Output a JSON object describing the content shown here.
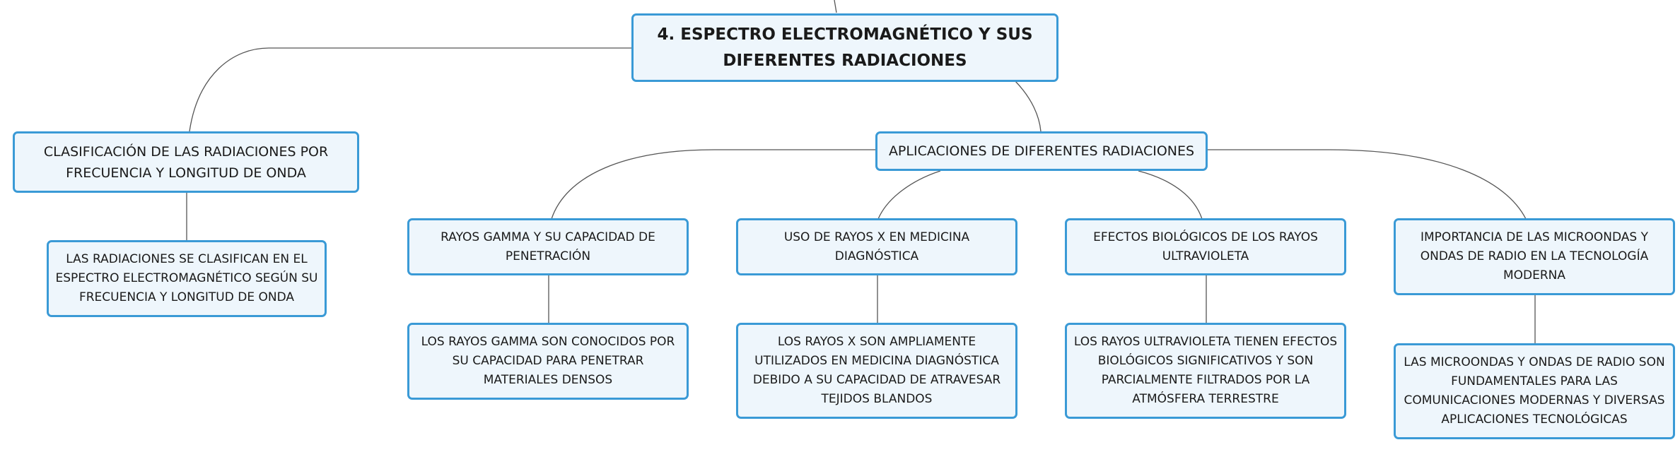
{
  "mindmap": {
    "root": {
      "label": "4. ESPECTRO ELECTROMAGNÉTICO Y SUS DIFERENTES RADIACIONES"
    },
    "classification": {
      "label": "CLASIFICACIÓN DE LAS RADIACIONES POR FRECUENCIA Y LONGITUD DE ONDA",
      "detail": "LAS RADIACIONES SE CLASIFICAN EN EL ESPECTRO ELECTROMAGNÉTICO SEGÚN SU FRECUENCIA Y LONGITUD DE ONDA"
    },
    "applications": {
      "label": "APLICACIONES DE DIFERENTES RADIACIONES",
      "children": [
        {
          "label": "RAYOS GAMMA Y SU CAPACIDAD DE PENETRACIÓN",
          "detail": "LOS RAYOS GAMMA SON CONOCIDOS POR SU CAPACIDAD PARA PENETRAR MATERIALES DENSOS"
        },
        {
          "label": "USO DE RAYOS X EN MEDICINA DIAGNÓSTICA",
          "detail": "LOS RAYOS X SON AMPLIAMENTE UTILIZADOS EN MEDICINA DIAGNÓSTICA DEBIDO A SU CAPACIDAD DE ATRAVESAR TEJIDOS BLANDOS"
        },
        {
          "label": "EFECTOS BIOLÓGICOS DE LOS RAYOS ULTRAVIOLETA",
          "detail": "LOS RAYOS ULTRAVIOLETA TIENEN EFECTOS BIOLÓGICOS SIGNIFICATIVOS Y SON PARCIALMENTE FILTRADOS POR LA ATMÓSFERA TERRESTRE"
        },
        {
          "label": "IMPORTANCIA DE LAS MICROONDAS Y ONDAS DE RADIO EN LA TECNOLOGÍA MODERNA",
          "detail": "LAS MICROONDAS Y ONDAS DE RADIO SON FUNDAMENTALES PARA LAS COMUNICACIONES MODERNAS Y DIVERSAS APLICACIONES TECNOLÓGICAS"
        }
      ]
    },
    "colors": {
      "node_border": "#3a9ad6",
      "node_fill": "#eef6fc",
      "link": "#555555"
    }
  }
}
